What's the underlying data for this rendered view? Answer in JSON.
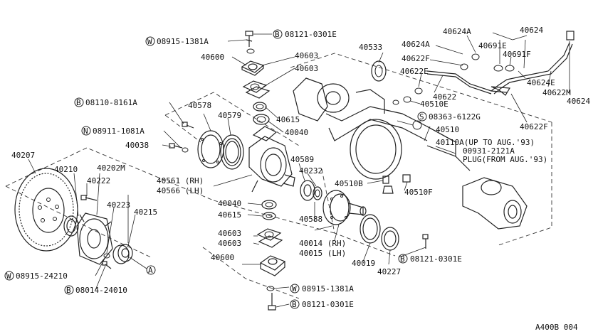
{
  "diagram": {
    "code": "A400B 004",
    "callout_A": "A",
    "labels": {
      "top_bolt_w": "08915-1381A",
      "top_bolt_b": "08121-0301E",
      "p40600_top": "40600",
      "p40603_a": "40603",
      "p40603_b": "40603",
      "p40533": "40533",
      "p40624a_1": "40624A",
      "p40624a_2": "40624A",
      "p40624": "40624",
      "p40691e": "40691E",
      "p40691f": "40691F",
      "p40622f_1": "40622F",
      "p40622e": "40622E",
      "p40510e": "40510E",
      "p40622": "40622",
      "p40624e": "40624E",
      "p40622m": "40622M",
      "p40624_r": "40624",
      "b08110": "08110-8161A",
      "p40578": "40578",
      "p40579": "40579",
      "p40615_top": "40615",
      "p40040_top": "40040",
      "s08363": "08363-6122G",
      "p40622f_2": "40622F",
      "p40510": "40510",
      "n08911": "08911-1081A",
      "p40038": "40038",
      "p40110a": "40110A(UP TO AUG.'93)",
      "p00931": "00931-2121A",
      "plug": "PLUG(FROM AUG.'93)",
      "p40207": "40207",
      "p40210": "40210",
      "p40202m": "40202M",
      "p40222": "40222",
      "p40589": "40589",
      "p40232": "40232",
      "p40561": "40561 (RH)",
      "p40566": "40566 (LH)",
      "p40510b": "40510B",
      "p40510f": "40510F",
      "p40223": "40223",
      "p40215": "40215",
      "p40040_mid": "40040",
      "p40615_mid": "40615",
      "p40588": "40588",
      "p40603_c": "40603",
      "p40603_d": "40603",
      "p40014": "40014 (RH)",
      "p40015": "40015 (LH)",
      "b08121_mid": "08121-0301E",
      "p40600_bot": "40600",
      "p40019": "40019",
      "p40227": "40227",
      "w08915_24210": "08915-24210",
      "b08014": "08014-24010",
      "bot_bolt_w": "08915-1381A",
      "bot_bolt_b": "08121-0301E"
    },
    "prefix": {
      "W": "W",
      "B": "B",
      "N": "N",
      "S": "S"
    }
  }
}
